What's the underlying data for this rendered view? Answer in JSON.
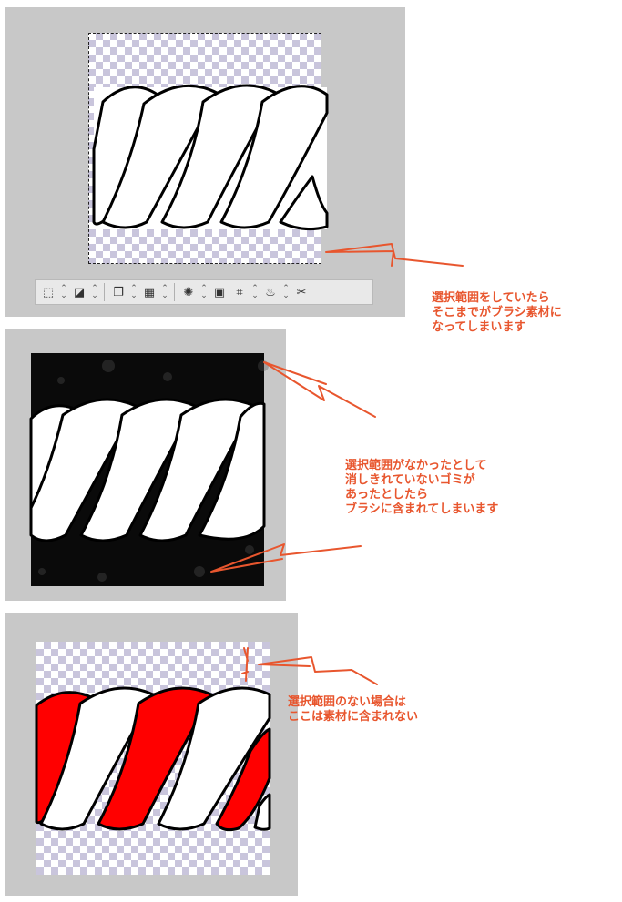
{
  "colors": {
    "panel_bg": "#c8c8c8",
    "annotation": "#e8562e",
    "rope_fill": "#ffffff",
    "rope_stroke": "#000000",
    "rope_alt": "#ff0000",
    "black_bg": "#0a0a0a"
  },
  "toolbar": {
    "icons": [
      "deselect-icon",
      "invert-selection-icon",
      "copy-layer-icon",
      "paste-layer-icon",
      "expand-selection-icon",
      "shrink-selection-icon",
      "transform-icon",
      "fill-selection-icon",
      "crop-cut-icon"
    ]
  },
  "annotations": {
    "note1": [
      "選択範囲をしていたら",
      "そこまでがブラシ素材に",
      "なってしまいます"
    ],
    "note2": [
      "選択範囲がなかったとして",
      "消しきれていないゴミが",
      "あったとしたら",
      "ブラシに含まれてしまいます"
    ],
    "note3": [
      "選択範囲のない場合は",
      "ここは素材に含まれない"
    ]
  }
}
